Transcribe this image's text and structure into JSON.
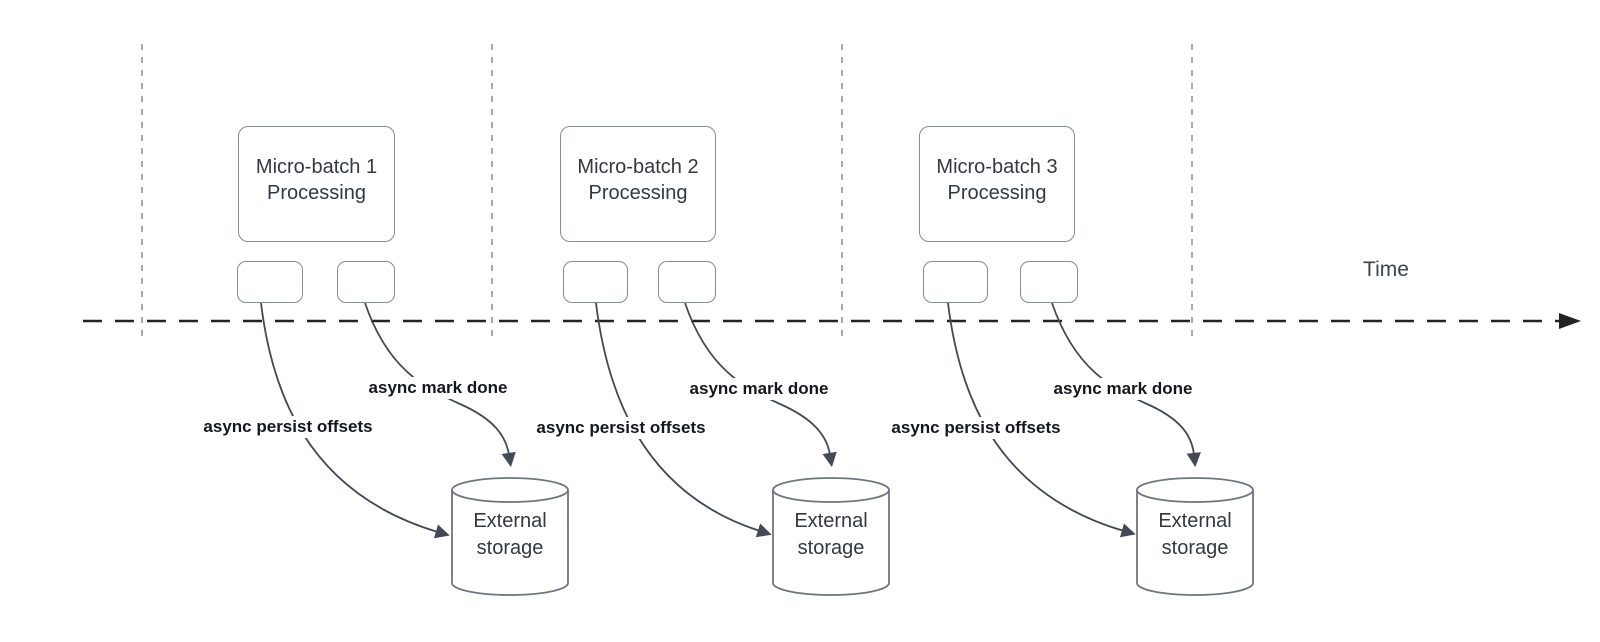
{
  "diagram": {
    "time_axis_label": "Time",
    "sections": [
      {
        "batch_label": "Micro-batch 1 Processing",
        "persist_arrow_label": "async persist offsets",
        "mark_done_arrow_label": "async mark done",
        "storage_label": "External storage"
      },
      {
        "batch_label": "Micro-batch 2 Processing",
        "persist_arrow_label": "async persist offsets",
        "mark_done_arrow_label": "async mark done",
        "storage_label": "External storage"
      },
      {
        "batch_label": "Micro-batch 3 Processing",
        "persist_arrow_label": "async persist offsets",
        "mark_done_arrow_label": "async mark done",
        "storage_label": "External storage"
      }
    ],
    "colors": {
      "timeline": "#222222",
      "interval_divider": "#ababab",
      "shape_stroke": "#878c94",
      "cylinder_stroke": "#6f7580",
      "connector": "#434a55",
      "shape_text": "#333943",
      "flow_label_text": "#14171c"
    }
  }
}
